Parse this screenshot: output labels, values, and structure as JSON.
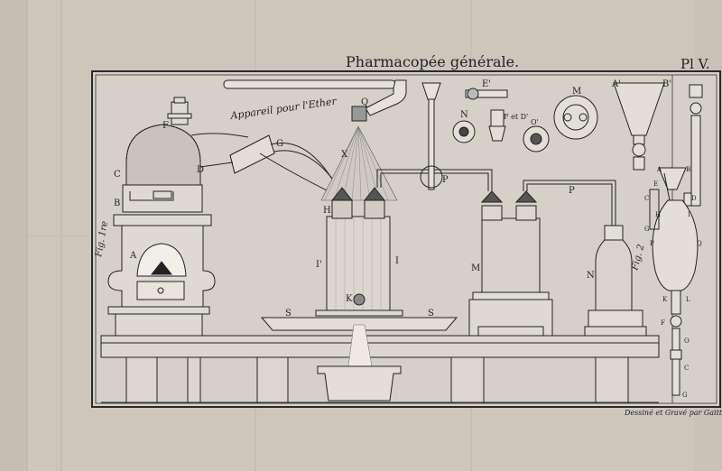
{
  "header": {
    "title": "Pharmacopée générale.",
    "plate": "Pl V."
  },
  "caption": "Appareil pour l'Ether",
  "credit": "Dessiné et Gravé par Gaitte",
  "figure_labels": {
    "fig1": "Fig. 1re",
    "fig2": "Fig. 2"
  },
  "letters": {
    "A": "A",
    "B": "B",
    "C": "C",
    "D": "D",
    "E": "E'",
    "F": "F",
    "G": "G",
    "H": "H",
    "I": "I",
    "I2": "I'",
    "K": "K",
    "M": "M",
    "M2": "M",
    "N": "N",
    "N2": "N",
    "O": "O'",
    "P": "P",
    "P2": "P",
    "Q": "Q",
    "S": "S",
    "S2": "S",
    "X": "X",
    "FD": "F et D'",
    "Aprime": "A'",
    "Bprime": "B'",
    "r_A": "A",
    "r_B": "B",
    "r_E": "E",
    "r_D": "D",
    "r_C": "C",
    "r_H": "H",
    "r_I": "I",
    "r_G": "G",
    "r_P": "P",
    "r_Q": "Q",
    "r_K": "K",
    "r_L": "L",
    "r_F": "F",
    "r_O": "O",
    "r_C2": "C",
    "r_G2": "G"
  }
}
